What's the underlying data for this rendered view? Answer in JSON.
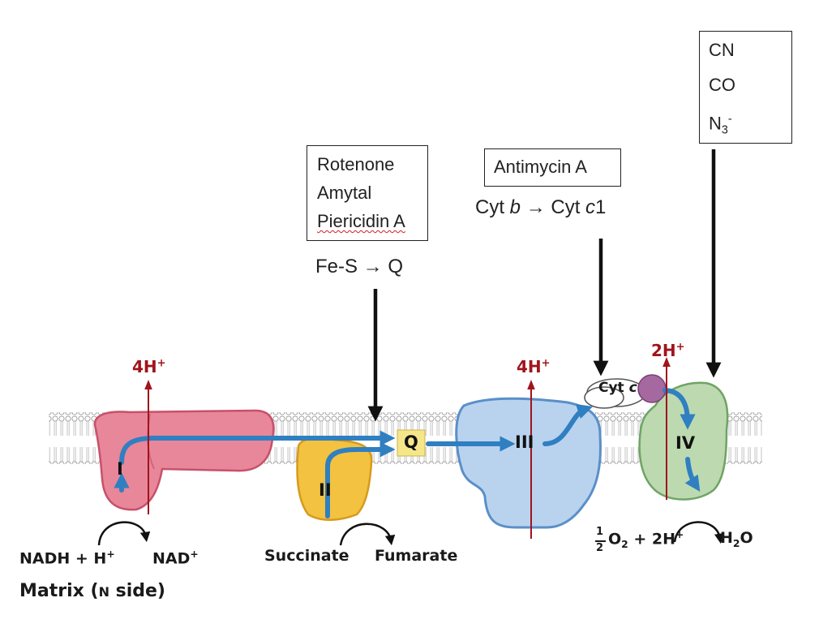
{
  "inhibitors": {
    "complex1": {
      "lines": [
        "Rotenone",
        "Amytal",
        "Piericidin A"
      ],
      "site": "Fe-S → Q"
    },
    "complex3": {
      "name": "Antimycin A",
      "site_pre": "Cyt ",
      "site_b": "b",
      "site_mid": " → Cyt ",
      "site_c": "c",
      "site_post": "1"
    },
    "complex4": {
      "lines": [
        "CN",
        "CO",
        "N"
      ],
      "n3_sub": "3",
      "n3_sup": "-"
    }
  },
  "complexes": {
    "I": "I",
    "II": "II",
    "Q": "Q",
    "III": "III",
    "IV": "IV",
    "cytc_pre": "Cyt ",
    "cytc_italic": "c"
  },
  "protons": {
    "p1": {
      "base": "4H",
      "sup": "+"
    },
    "p3": {
      "base": "4H",
      "sup": "+"
    },
    "p4": {
      "base": "2H",
      "sup": "+"
    }
  },
  "reactions": {
    "nadh": "NADH + H",
    "nadh_sup": "+",
    "nad": "NAD",
    "nad_sup": "+",
    "succinate": "Succinate",
    "fumarate": "Fumarate",
    "o2_num": "1",
    "o2_den": "2",
    "o2_rest": "O",
    "o2_sub": "2",
    "o2_plus": " + 2H",
    "o2_sup": "+",
    "h2o_h": "H",
    "h2o_sub": "2",
    "h2o_o": "O"
  },
  "side_label": {
    "main": "Matrix (",
    "n": "N",
    "rest": " side)"
  },
  "colors": {
    "complex1": "#e8879a",
    "complex2": "#f2c240",
    "complex3": "#b9d3ee",
    "complex4": "#bcd9b0",
    "cytc": "#a5689f",
    "q_box": "#f6e68a",
    "electron_path": "#2f7fc1",
    "proton_arrow": "#a0141c"
  }
}
